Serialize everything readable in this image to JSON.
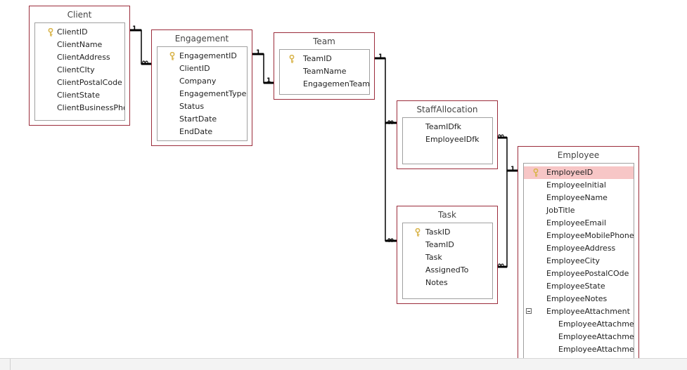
{
  "tables": [
    {
      "id": "client",
      "title": "Client",
      "fields": [
        {
          "name": "ClientID",
          "key": true
        },
        {
          "name": "ClientName"
        },
        {
          "name": "ClientAddress"
        },
        {
          "name": "ClientCIty"
        },
        {
          "name": "ClientPostalCode"
        },
        {
          "name": "ClientState"
        },
        {
          "name": "ClientBusinessPho"
        }
      ]
    },
    {
      "id": "engagement",
      "title": "Engagement",
      "fields": [
        {
          "name": "EngagementID",
          "key": true
        },
        {
          "name": "ClientID"
        },
        {
          "name": "Company"
        },
        {
          "name": "EngagementType"
        },
        {
          "name": "Status"
        },
        {
          "name": "StartDate"
        },
        {
          "name": "EndDate"
        }
      ]
    },
    {
      "id": "team",
      "title": "Team",
      "fields": [
        {
          "name": "TeamID",
          "key": true
        },
        {
          "name": "TeamName"
        },
        {
          "name": "EngagemenTeam"
        }
      ]
    },
    {
      "id": "staffallocation",
      "title": "StaffAllocation",
      "fields": [
        {
          "name": "TeamIDfk"
        },
        {
          "name": "EmployeeIDfk"
        }
      ]
    },
    {
      "id": "task",
      "title": "Task",
      "fields": [
        {
          "name": "TaskID",
          "key": true
        },
        {
          "name": "TeamID"
        },
        {
          "name": "Task"
        },
        {
          "name": "AssignedTo"
        },
        {
          "name": "Notes"
        }
      ]
    },
    {
      "id": "employee",
      "title": "Employee",
      "fields": [
        {
          "name": "EmployeeID",
          "key": true,
          "selected": true
        },
        {
          "name": "EmployeeInitial"
        },
        {
          "name": "EmployeeName"
        },
        {
          "name": "JobTitle"
        },
        {
          "name": "EmployeeEmail"
        },
        {
          "name": "EmployeeMobilePhone"
        },
        {
          "name": "EmployeeAddress"
        },
        {
          "name": "EmployeeCity"
        },
        {
          "name": "EmployeePostalCOde"
        },
        {
          "name": "EmployeeState"
        },
        {
          "name": "EmployeeNotes"
        },
        {
          "name": "EmployeeAttachment",
          "expander": true
        },
        {
          "name": "EmployeeAttachment",
          "child": true
        },
        {
          "name": "EmployeeAttachment",
          "child": true
        },
        {
          "name": "EmployeeAttachment",
          "child": true
        }
      ]
    }
  ],
  "relationships": [
    {
      "from": "client",
      "to": "engagement",
      "from_card": "1",
      "to_card": "∞"
    },
    {
      "from": "engagement",
      "to": "team",
      "from_card": "1",
      "to_card": "1"
    },
    {
      "from": "team",
      "to": "staffallocation",
      "from_card": "1",
      "to_card": "∞"
    },
    {
      "from": "team",
      "to": "task",
      "from_card": "1",
      "to_card": "∞"
    },
    {
      "from": "employee",
      "to": "staffallocation",
      "from_card": "1",
      "to_card": "∞"
    },
    {
      "from": "employee",
      "to": "task",
      "from_card": "1",
      "to_card": "∞"
    }
  ],
  "colors": {
    "table_border": "#9b2c3b",
    "selected_row": "#f7c6c6",
    "key_icon": "#d9b44a",
    "connector": "#000000"
  },
  "icons": {
    "primary_key": "key-icon",
    "expander": "minus-icon"
  }
}
